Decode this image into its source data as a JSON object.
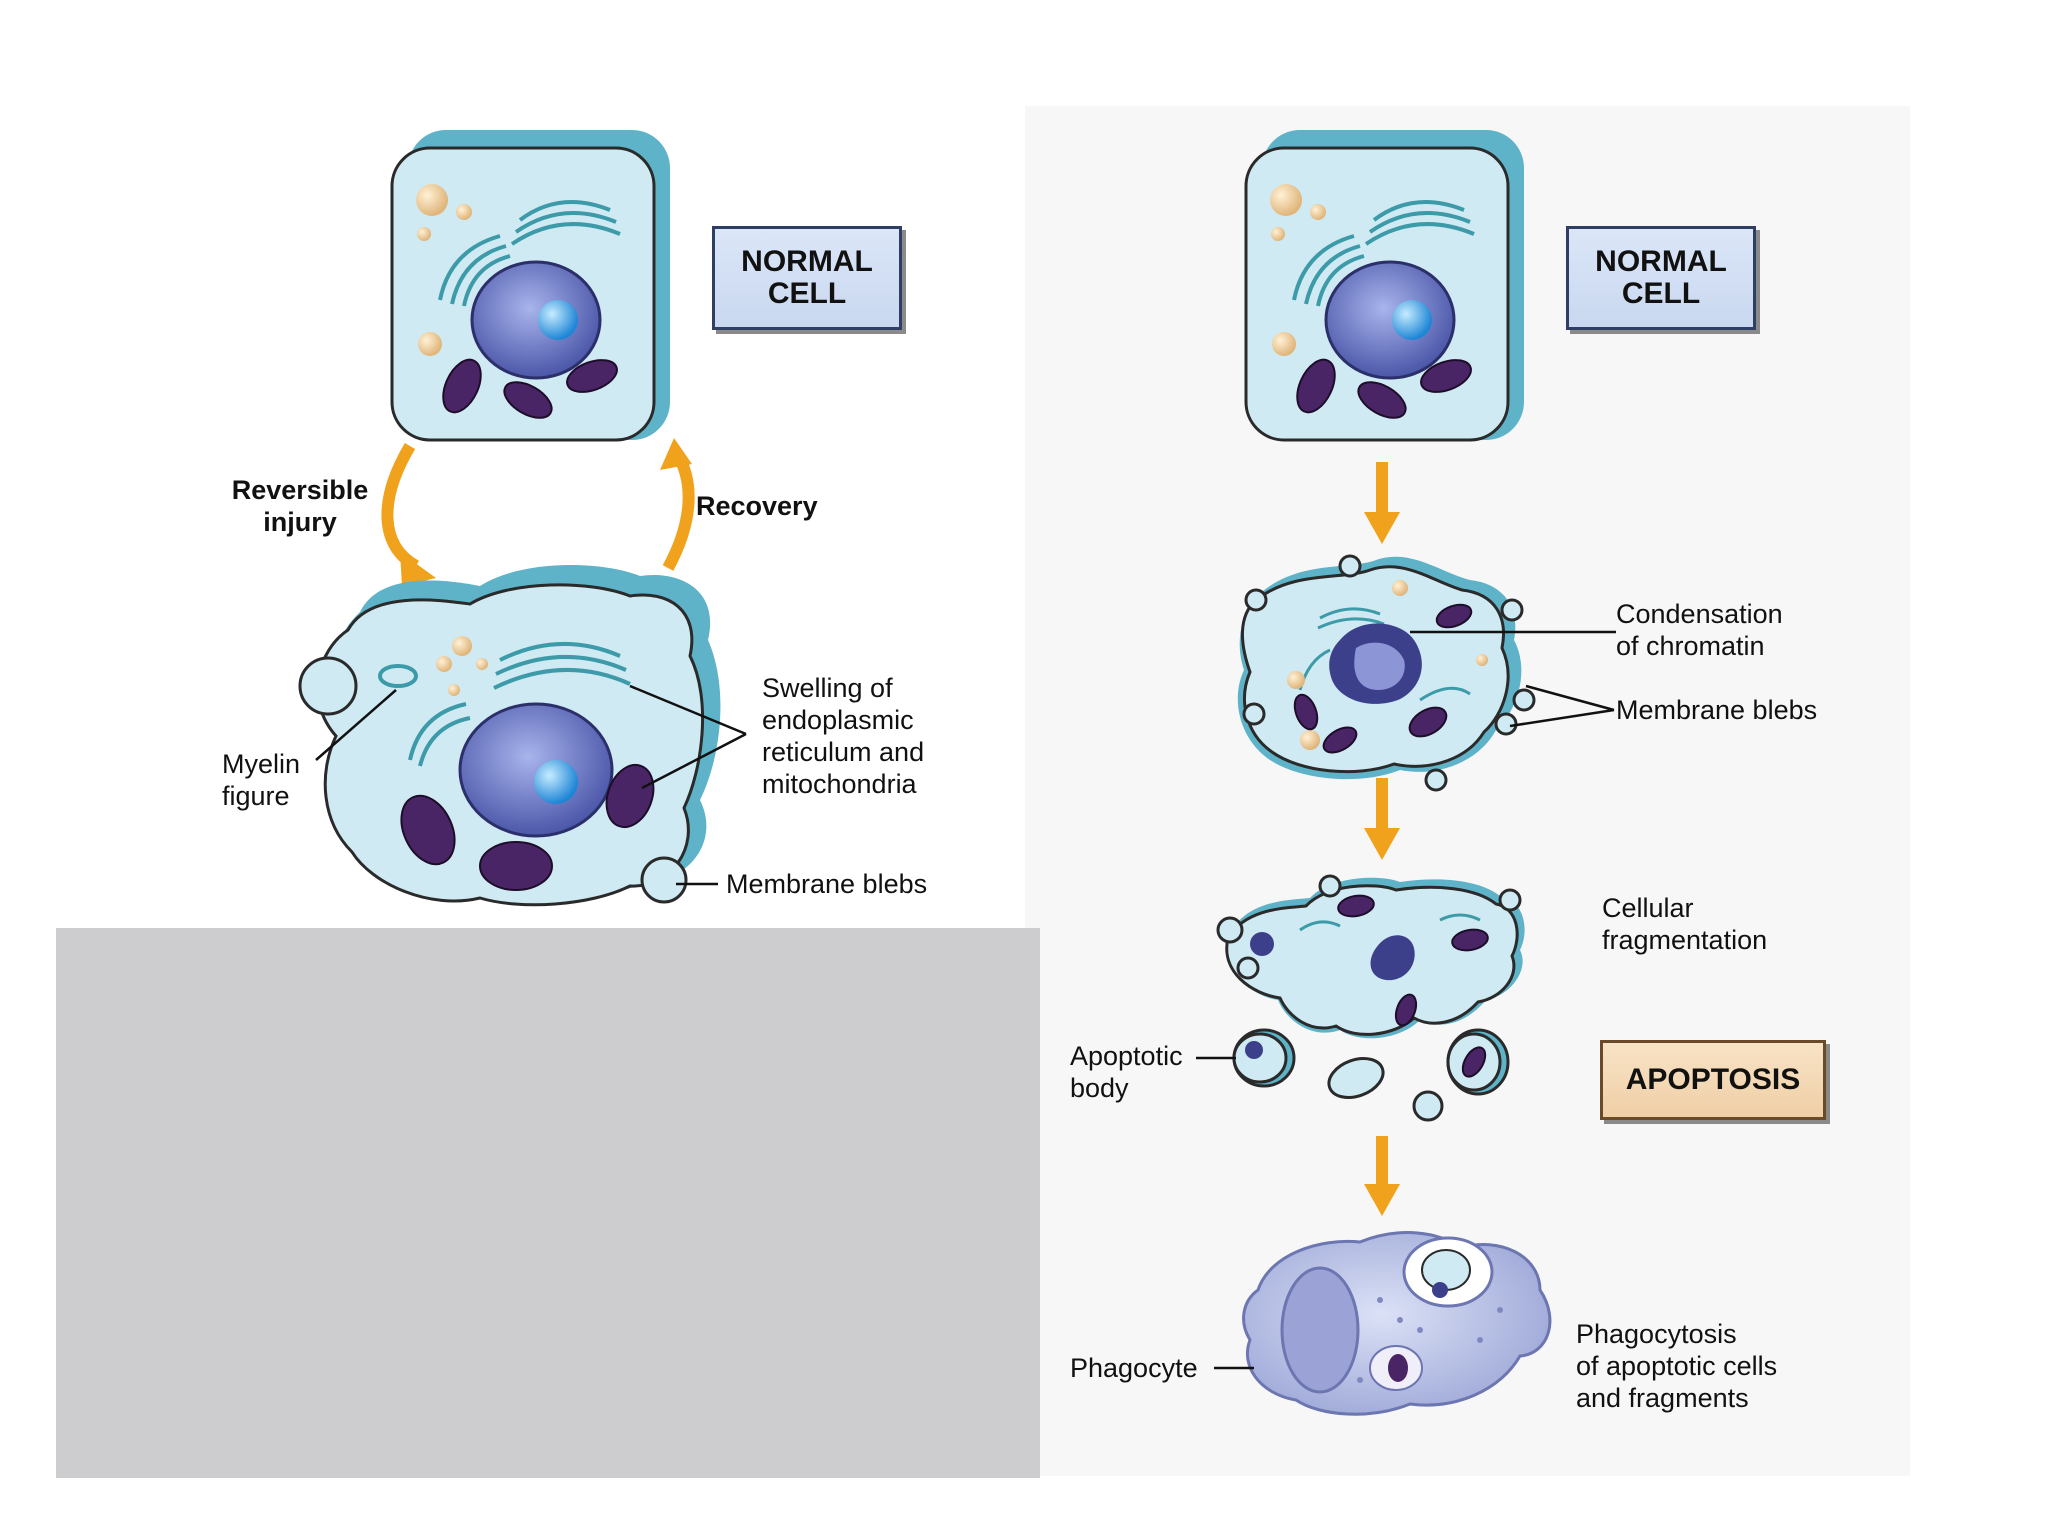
{
  "left_panel": {
    "normal_cell_box": "NORMAL\nCELL",
    "reversible_injury": "Reversible\ninjury",
    "recovery": "Recovery",
    "myelin_figure": "Myelin\nfigure",
    "swelling": "Swelling of\nendoplasmic\nreticulum and\nmitochondria",
    "membrane_blebs": "Membrane blebs"
  },
  "right_panel": {
    "normal_cell_box": "NORMAL\nCELL",
    "condensation": "Condensation\nof chromatin",
    "membrane_blebs": "Membrane blebs",
    "cellular_fragmentation": "Cellular\nfragmentation",
    "apoptotic_body": "Apoptotic\nbody",
    "apoptosis_box": "APOPTOSIS",
    "phagocyte": "Phagocyte",
    "phagocytosis": "Phagocytosis\nof apoptotic cells\nand fragments"
  },
  "colors": {
    "cytoplasm": "#cfeaf3",
    "cell_border": "#5fb3c8",
    "nucleus": "#6b78c4",
    "nucleolus": "#3aa2e6",
    "mitochondria": "#4a2566",
    "arrow": "#f0a21c",
    "phagocyte": "#bfc8ea"
  }
}
